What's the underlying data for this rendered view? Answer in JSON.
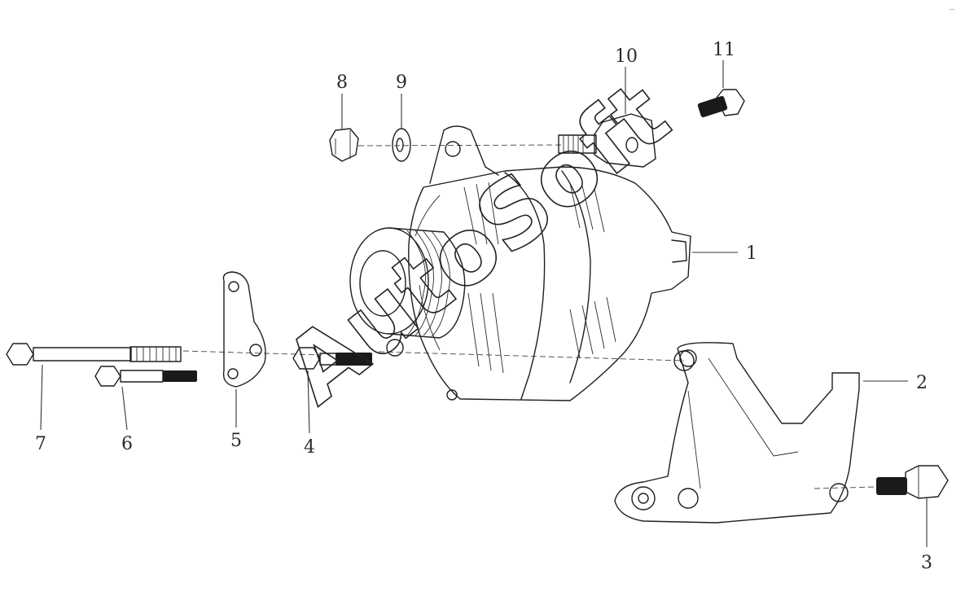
{
  "watermark": "AutoSoft",
  "corner_mark": "..",
  "callouts": [
    {
      "id": "1",
      "label": "1"
    },
    {
      "id": "2",
      "label": "2"
    },
    {
      "id": "3",
      "label": "3"
    },
    {
      "id": "4",
      "label": "4"
    },
    {
      "id": "5",
      "label": "5"
    },
    {
      "id": "6",
      "label": "6"
    },
    {
      "id": "7",
      "label": "7"
    },
    {
      "id": "8",
      "label": "8"
    },
    {
      "id": "9",
      "label": "9"
    },
    {
      "id": "10",
      "label": "10"
    },
    {
      "id": "11",
      "label": "11"
    }
  ]
}
